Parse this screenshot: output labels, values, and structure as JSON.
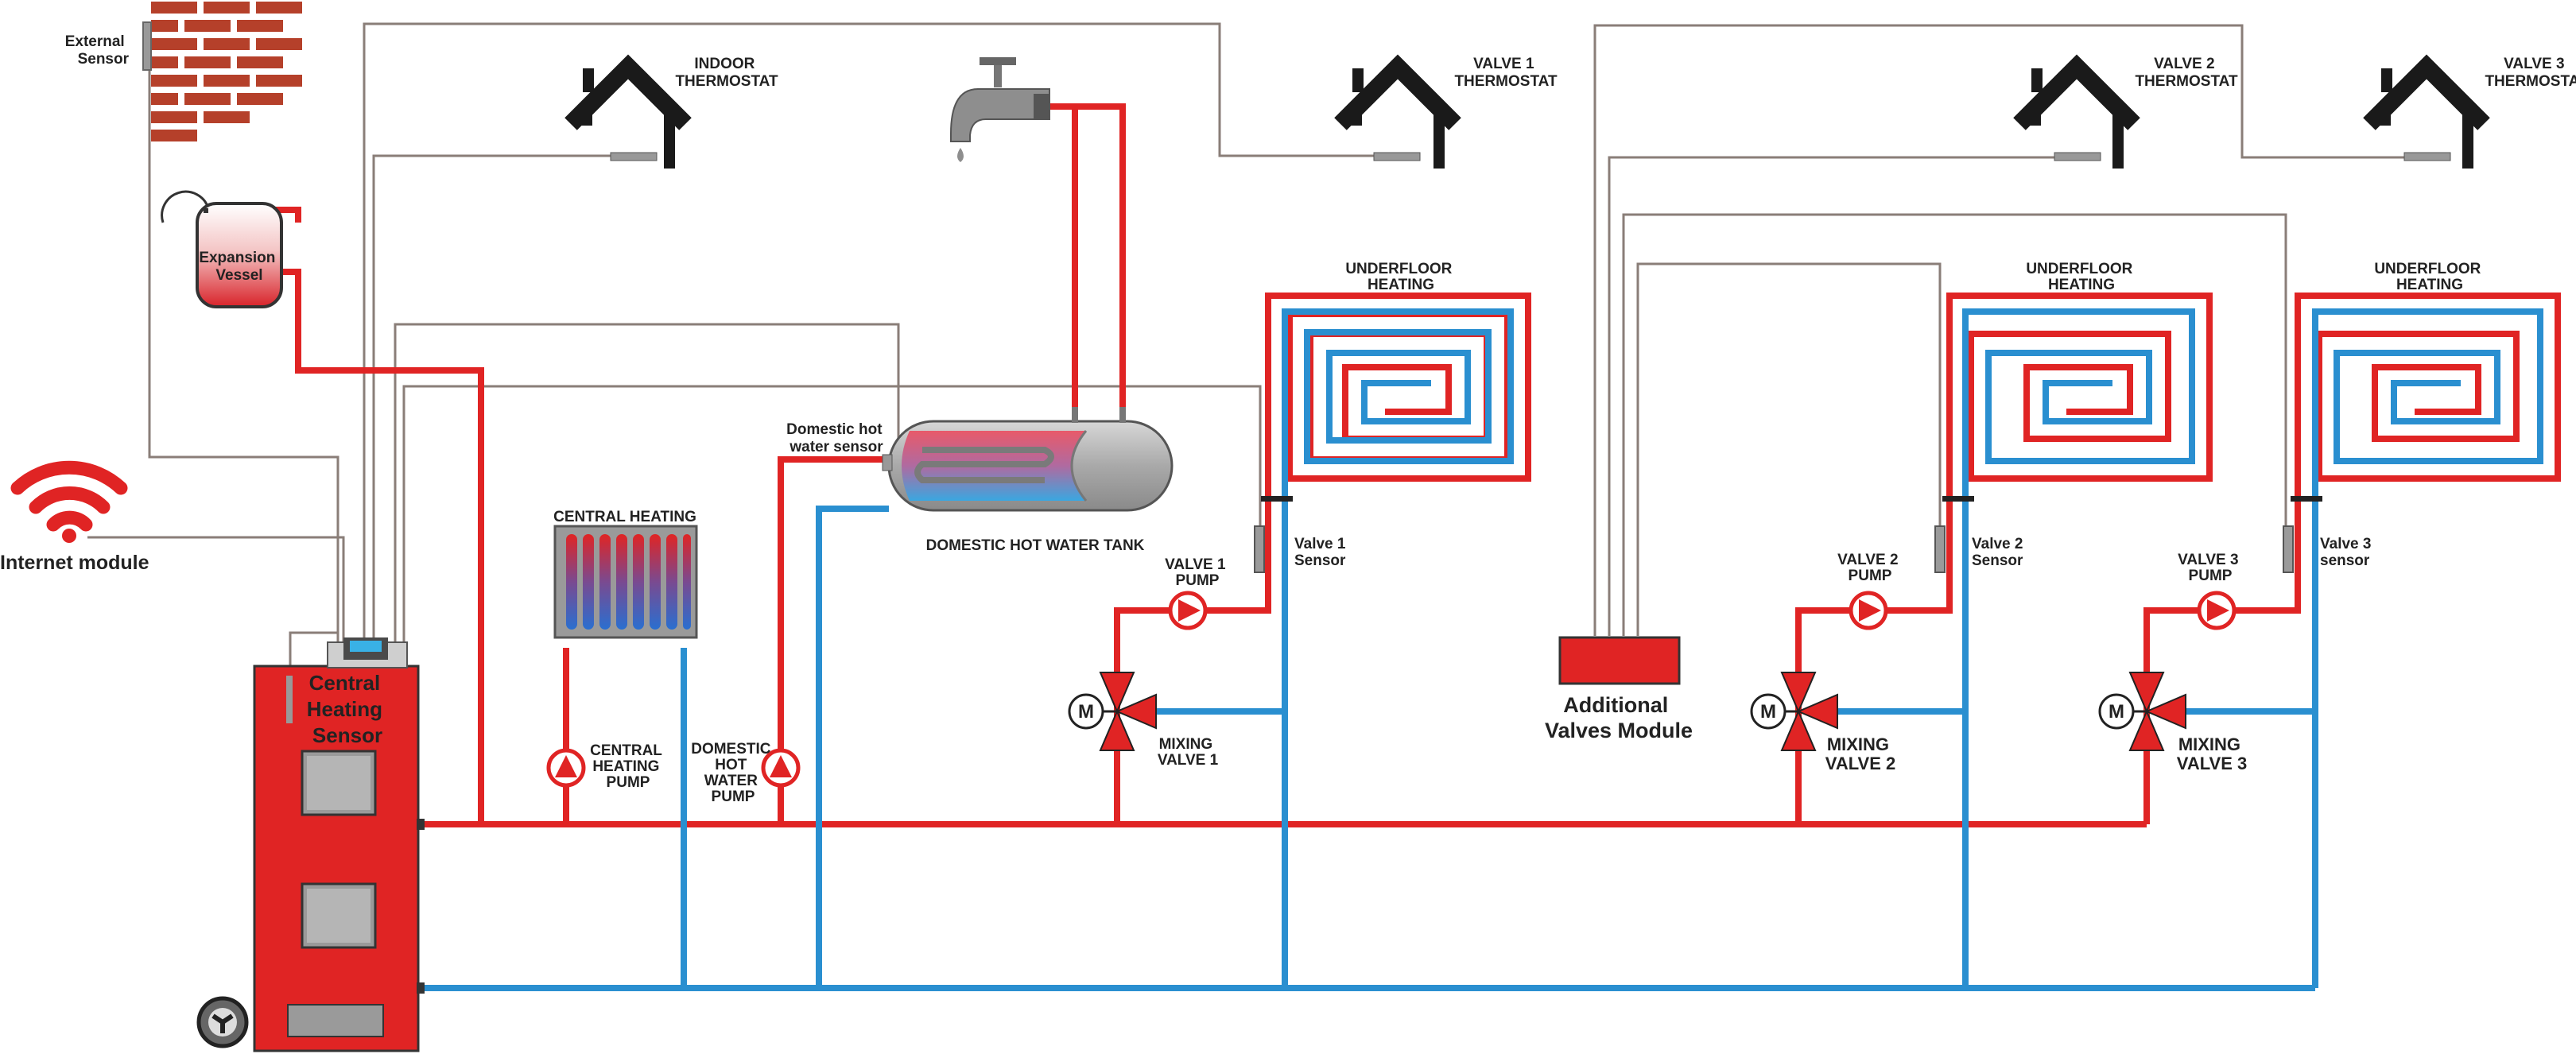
{
  "colors": {
    "hot_pipe": "#e02424",
    "cold_pipe": "#2a8fd0",
    "signal_wire": "#8a7e78",
    "boiler": "#e02424",
    "module": "#e02424",
    "brick": "#b5402a",
    "house": "#1a1a1a"
  },
  "labels": {
    "external_sensor": [
      "External",
      "Sensor"
    ],
    "expansion_vessel": [
      "Expansion",
      "Vessel"
    ],
    "internet_module": "Internet module",
    "indoor_thermostat": [
      "INDOOR",
      "THERMOSTAT"
    ],
    "valve1_thermostat": [
      "VALVE 1",
      "THERMOSTAT"
    ],
    "valve2_thermostat": [
      "VALVE 2",
      "THERMOSTAT"
    ],
    "valve3_thermostat": [
      "VALVE 3",
      "THERMOSTAT"
    ],
    "central_heating": "CENTRAL HEATING",
    "dhw_sensor": [
      "Domestic hot",
      "water sensor"
    ],
    "dhw_tank": "DOMESTIC HOT WATER TANK",
    "underfloor_1": [
      "UNDERFLOOR",
      "HEATING"
    ],
    "underfloor_2": [
      "UNDERFLOOR",
      "HEATING"
    ],
    "underfloor_3": [
      "UNDERFLOOR",
      "HEATING"
    ],
    "valve1_pump": [
      "VALVE 1",
      "PUMP"
    ],
    "valve2_pump": [
      "VALVE 2",
      "PUMP"
    ],
    "valve3_pump": [
      "VALVE 3",
      "PUMP"
    ],
    "valve1_sensor": [
      "Valve 1",
      "Sensor"
    ],
    "valve2_sensor": [
      "Valve 2",
      "Sensor"
    ],
    "valve3_sensor": [
      "Valve 3",
      "sensor"
    ],
    "mixing_valve1": [
      "MIXING",
      "VALVE 1"
    ],
    "mixing_valve2": [
      "MIXING",
      "VALVE 2"
    ],
    "mixing_valve3": [
      "MIXING",
      "VALVE 3"
    ],
    "additional_valves_module": [
      "Additional",
      "Valves Module"
    ],
    "central_heating_sensor": [
      "Central",
      "Heating",
      "Sensor"
    ],
    "central_heating_pump": [
      "CENTRAL",
      "HEATING",
      "PUMP"
    ],
    "dhw_pump": [
      "DOMESTIC",
      "HOT",
      "WATER",
      "PUMP"
    ],
    "motor_symbol": "M"
  }
}
